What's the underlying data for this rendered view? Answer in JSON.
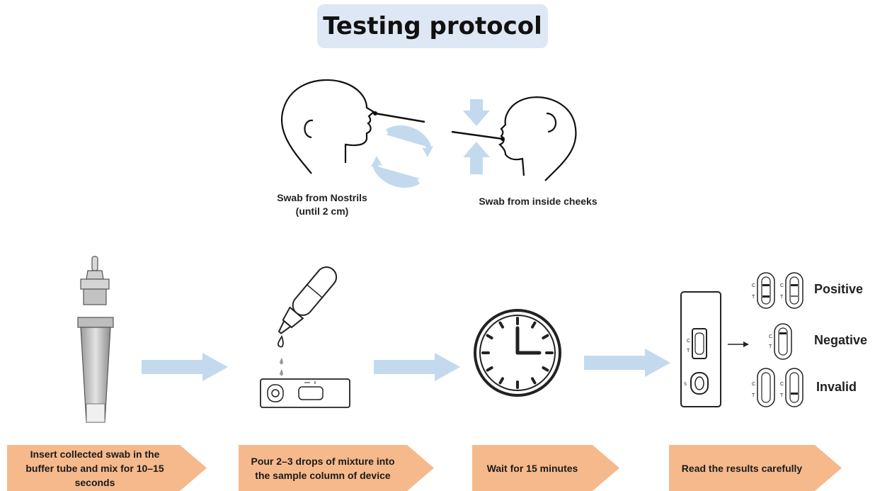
{
  "title": "Testing protocol",
  "swab": {
    "nostrils_line1": "Swab from Nostrils",
    "nostrils_line2": "(until 2 cm)",
    "cheeks": "Swab from inside cheeks"
  },
  "steps": [
    {
      "text": "Insert collected swab in the buffer tube and mix for 10–15 seconds"
    },
    {
      "text": "Pour 2–3 drops of mixture into the sample column of device"
    },
    {
      "text": "Wait for 15 minutes"
    },
    {
      "text": "Read the results carefully"
    }
  ],
  "results": {
    "positive": "Positive",
    "negative": "Negative",
    "invalid": "Invalid"
  },
  "colors": {
    "arrow_blue": "#c3d9ee",
    "step_orange": "#f6b98c",
    "title_bg": "#dde8f4"
  }
}
